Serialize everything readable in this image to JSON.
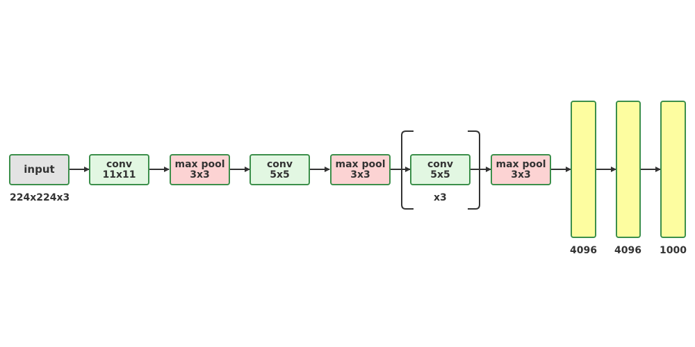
{
  "input": {
    "label": "input",
    "size": "224x224x3"
  },
  "layers": {
    "conv1": {
      "line1": "conv",
      "line2": "11x11"
    },
    "pool1": {
      "line1": "max pool",
      "line2": "3x3"
    },
    "conv2": {
      "line1": "conv",
      "line2": "5x5"
    },
    "pool2": {
      "line1": "max pool",
      "line2": "3x3"
    },
    "conv3": {
      "line1": "conv",
      "line2": "5x5",
      "repeat": "x3"
    },
    "pool3": {
      "line1": "max pool",
      "line2": "3x3"
    }
  },
  "fc": [
    {
      "units": "4096"
    },
    {
      "units": "4096"
    },
    {
      "units": "1000"
    }
  ],
  "colors": {
    "border": "#3b8f4a",
    "input_fill": "#e3e3e3",
    "conv_fill": "#e2f7e2",
    "pool_fill": "#fcd3d3",
    "fc_fill": "#fdfda0",
    "arrow": "#333333"
  }
}
